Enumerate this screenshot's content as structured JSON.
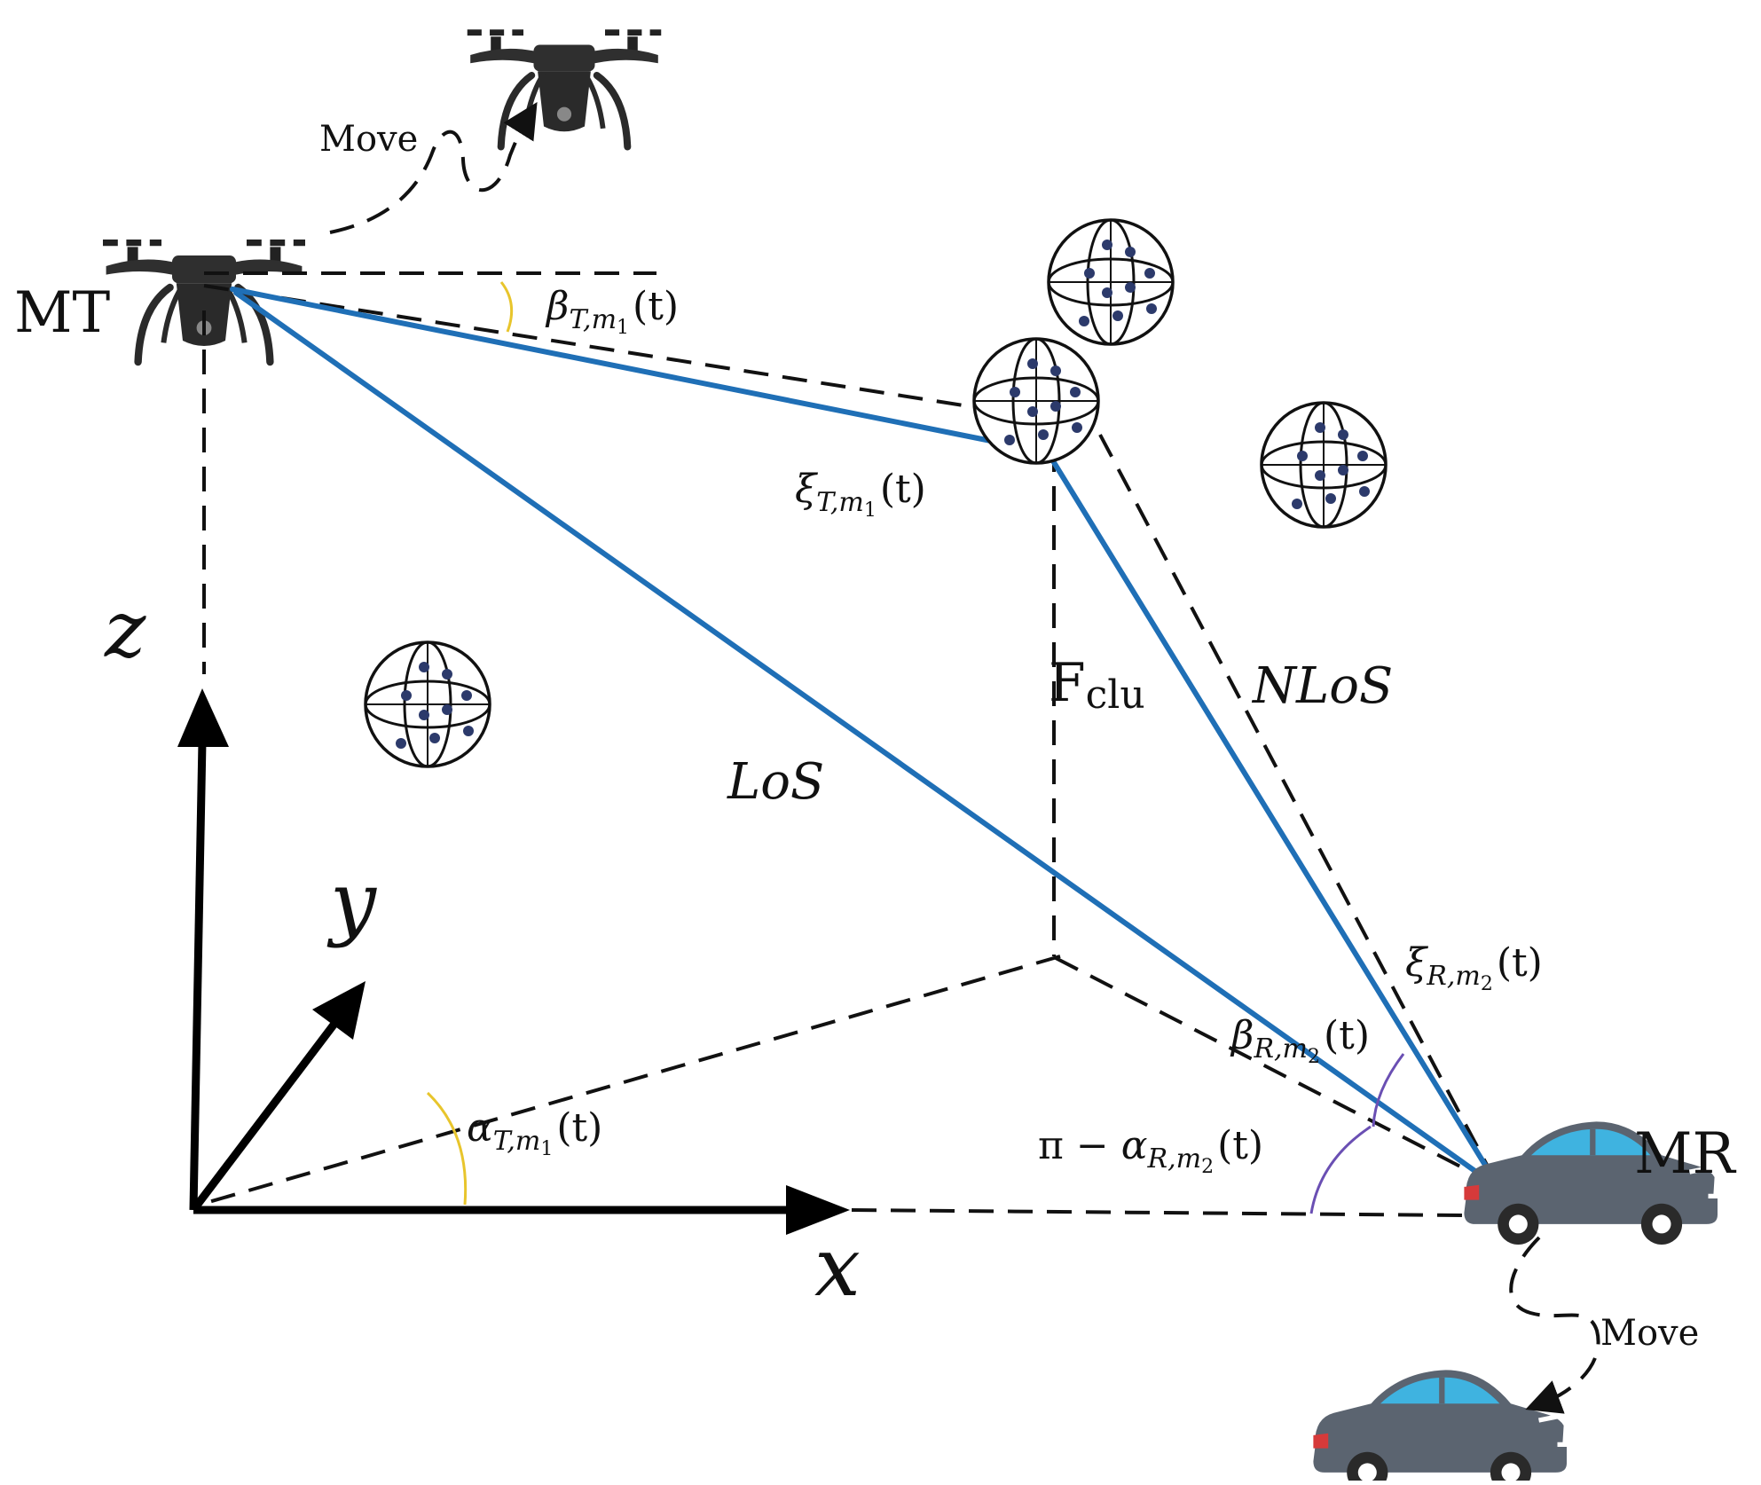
{
  "labels": {
    "mt": "MT",
    "mr": "MR",
    "move_drone": "Move",
    "move_car": "Move",
    "los": "LoS",
    "nlos": "NLoS",
    "fclu_main": "F",
    "fclu_sub": "clu",
    "axis_x": "x",
    "axis_y": "y",
    "axis_z": "z",
    "beta_t": {
      "sym": "β",
      "sub": "T,m",
      "subsub": "1",
      "arg": "(t)"
    },
    "xi_t": {
      "sym": "ξ",
      "sub": "T,m",
      "subsub": "1",
      "arg": "(t)"
    },
    "alpha_t": {
      "sym": "α",
      "sub": "T,m",
      "subsub": "1",
      "arg": "(t)"
    },
    "xi_r": {
      "sym": "ξ",
      "sub": "R,m",
      "subsub": "2",
      "arg": "(t)"
    },
    "beta_r": {
      "sym": "β",
      "sub": "R,m",
      "subsub": "2",
      "arg": "(t)"
    },
    "pi_alpha_r": {
      "pre": "π − ",
      "sym": "α",
      "sub": "R,m",
      "subsub": "2",
      "arg": "(t)"
    }
  },
  "colors": {
    "path": "#1f6fb6",
    "angle_t": "#e8c52c",
    "angle_r": "#6a4fb3",
    "car_body": "#5b6470",
    "car_window": "#3fb3e0",
    "drone": "#2f2f2f"
  },
  "icons": [
    "drone-icon",
    "car-icon",
    "scatterer-cluster-icon"
  ]
}
